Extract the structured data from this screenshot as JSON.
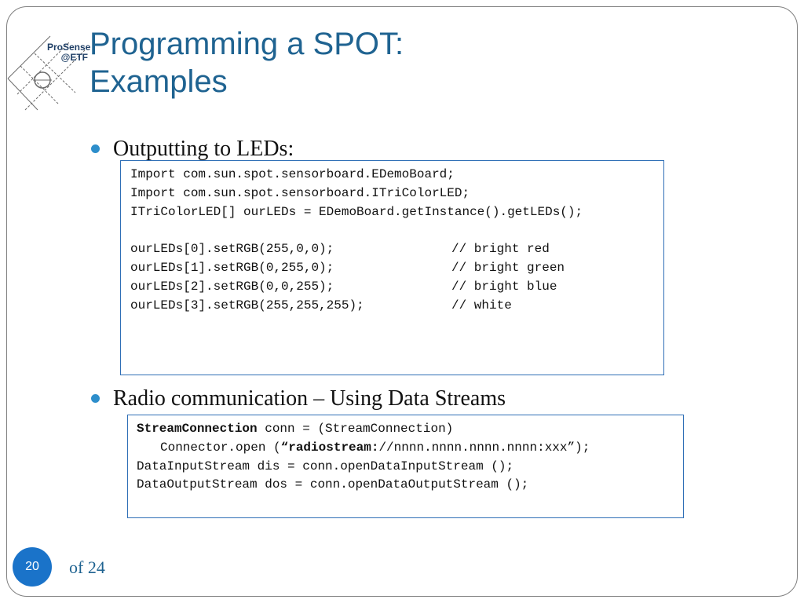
{
  "logo": {
    "line1": "ProSense",
    "line2": "@ETF"
  },
  "title": {
    "line1": "Programming a SPOT:",
    "line2": "Examples"
  },
  "bullets": [
    {
      "text": "Outputting to LEDs:"
    },
    {
      "text": "Radio communication – Using Data Streams"
    }
  ],
  "code_leds": {
    "lines": [
      "Import com.sun.spot.sensorboard.EDemoBoard;",
      "Import com.sun.spot.sensorboard.ITriColorLED;",
      "ITriColorLED[] ourLEDs = EDemoBoard.getInstance().getLEDs();",
      ""
    ],
    "calls": [
      {
        "code": "ourLEDs[0].setRGB(255,0,0);",
        "comment": "// bright red"
      },
      {
        "code": "ourLEDs[1].setRGB(0,255,0);",
        "comment": "// bright green"
      },
      {
        "code": "ourLEDs[2].setRGB(0,0,255);",
        "comment": "// bright blue"
      },
      {
        "code": "ourLEDs[3].setRGB(255,255,255);",
        "comment": "// white"
      }
    ]
  },
  "code_streams": {
    "line1_kw": "StreamConnection",
    "line1_rest": " conn = (StreamConnection)",
    "line2_pre": "Connector.open (",
    "line2_kw": "“radiostream:",
    "line2_rest": "//nnnn.nnnn.nnnn.nnnn:xxx”);",
    "line3": "DataInputStream dis = conn.openDataInputStream ();",
    "line4": "DataOutputStream dos = conn.openDataOutputStream ();"
  },
  "footer": {
    "page_number": "20",
    "page_total": "of 24"
  },
  "colors": {
    "title": "#1f6391",
    "bullet": "#2d8ecb",
    "box_border": "#2f6fb6",
    "badge": "#1a73c9"
  }
}
